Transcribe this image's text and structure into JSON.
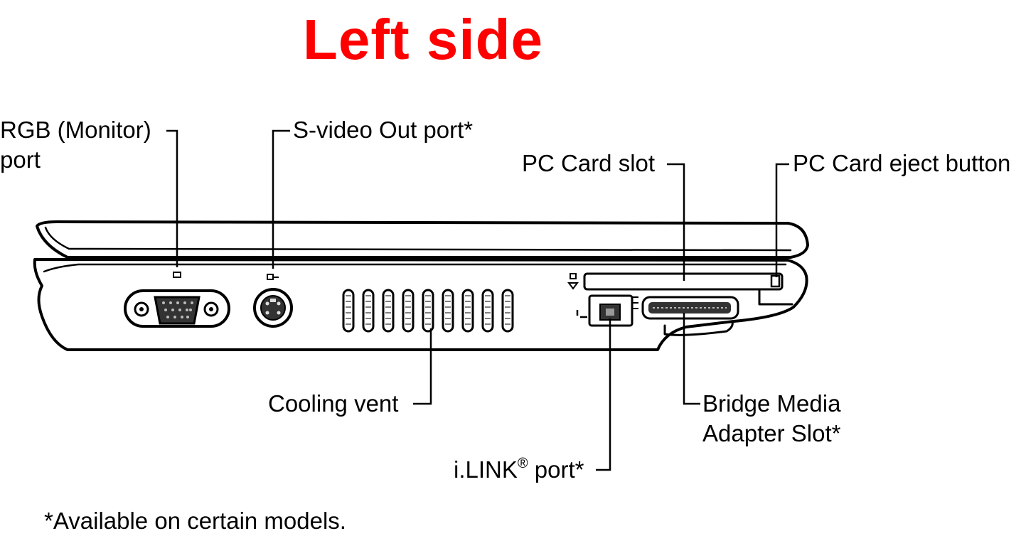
{
  "title": "Left side",
  "labels": {
    "rgb_port_line1": "RGB (Monitor)",
    "rgb_port_line2": "port",
    "svideo_port": "S-video Out port*",
    "pc_card_slot": "PC Card slot",
    "pc_card_eject": "PC Card eject button",
    "cooling_vent": "Cooling vent",
    "bridge_media_line1": "Bridge Media",
    "bridge_media_line2": "Adapter Slot*",
    "ilink_prefix": "i.LINK",
    "ilink_reg": "®",
    "ilink_suffix": " port*"
  },
  "footnote": "*Available on certain models.",
  "colors": {
    "title": "#ff0000",
    "line": "#000000",
    "port_fill": "#333333"
  }
}
